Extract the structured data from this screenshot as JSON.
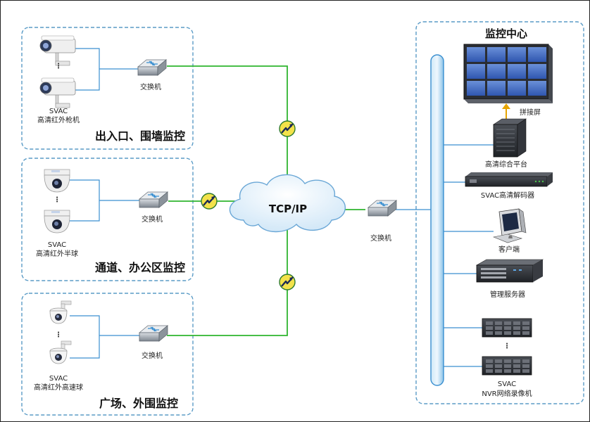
{
  "zones": {
    "entrance": {
      "camera_label": [
        "SVAC",
        "高清红外枪机"
      ],
      "switch_label": "交换机",
      "title": "出入口、围墙监控"
    },
    "office": {
      "camera_label": [
        "SVAC",
        "高清红外半球"
      ],
      "switch_label": "交换机",
      "title": "通道、办公区监控"
    },
    "plaza": {
      "camera_label": [
        "SVAC",
        "高清红外高速球"
      ],
      "switch_label": "交换机",
      "title": "广场、外围监控"
    }
  },
  "network": {
    "cloud_label": "TCP/IP",
    "core_switch_label": "交换机"
  },
  "center": {
    "title": "监控中心",
    "devices": [
      {
        "label": [
          "拼接屏"
        ]
      },
      {
        "label": [
          "高清综合平台"
        ]
      },
      {
        "label": [
          "SVAC高清解码器"
        ]
      },
      {
        "label": [
          "客户端"
        ]
      },
      {
        "label": [
          "管理服务器"
        ]
      },
      {
        "label": [
          "SVAC",
          "NVR网络录像机"
        ]
      }
    ]
  },
  "colors": {
    "network_line": "#2fb52f",
    "lan_line": "#3a8fd0",
    "zone_border": "#5a9bc6",
    "bus": "#a9d3ee",
    "lightning_badge": "#f3e24a"
  }
}
